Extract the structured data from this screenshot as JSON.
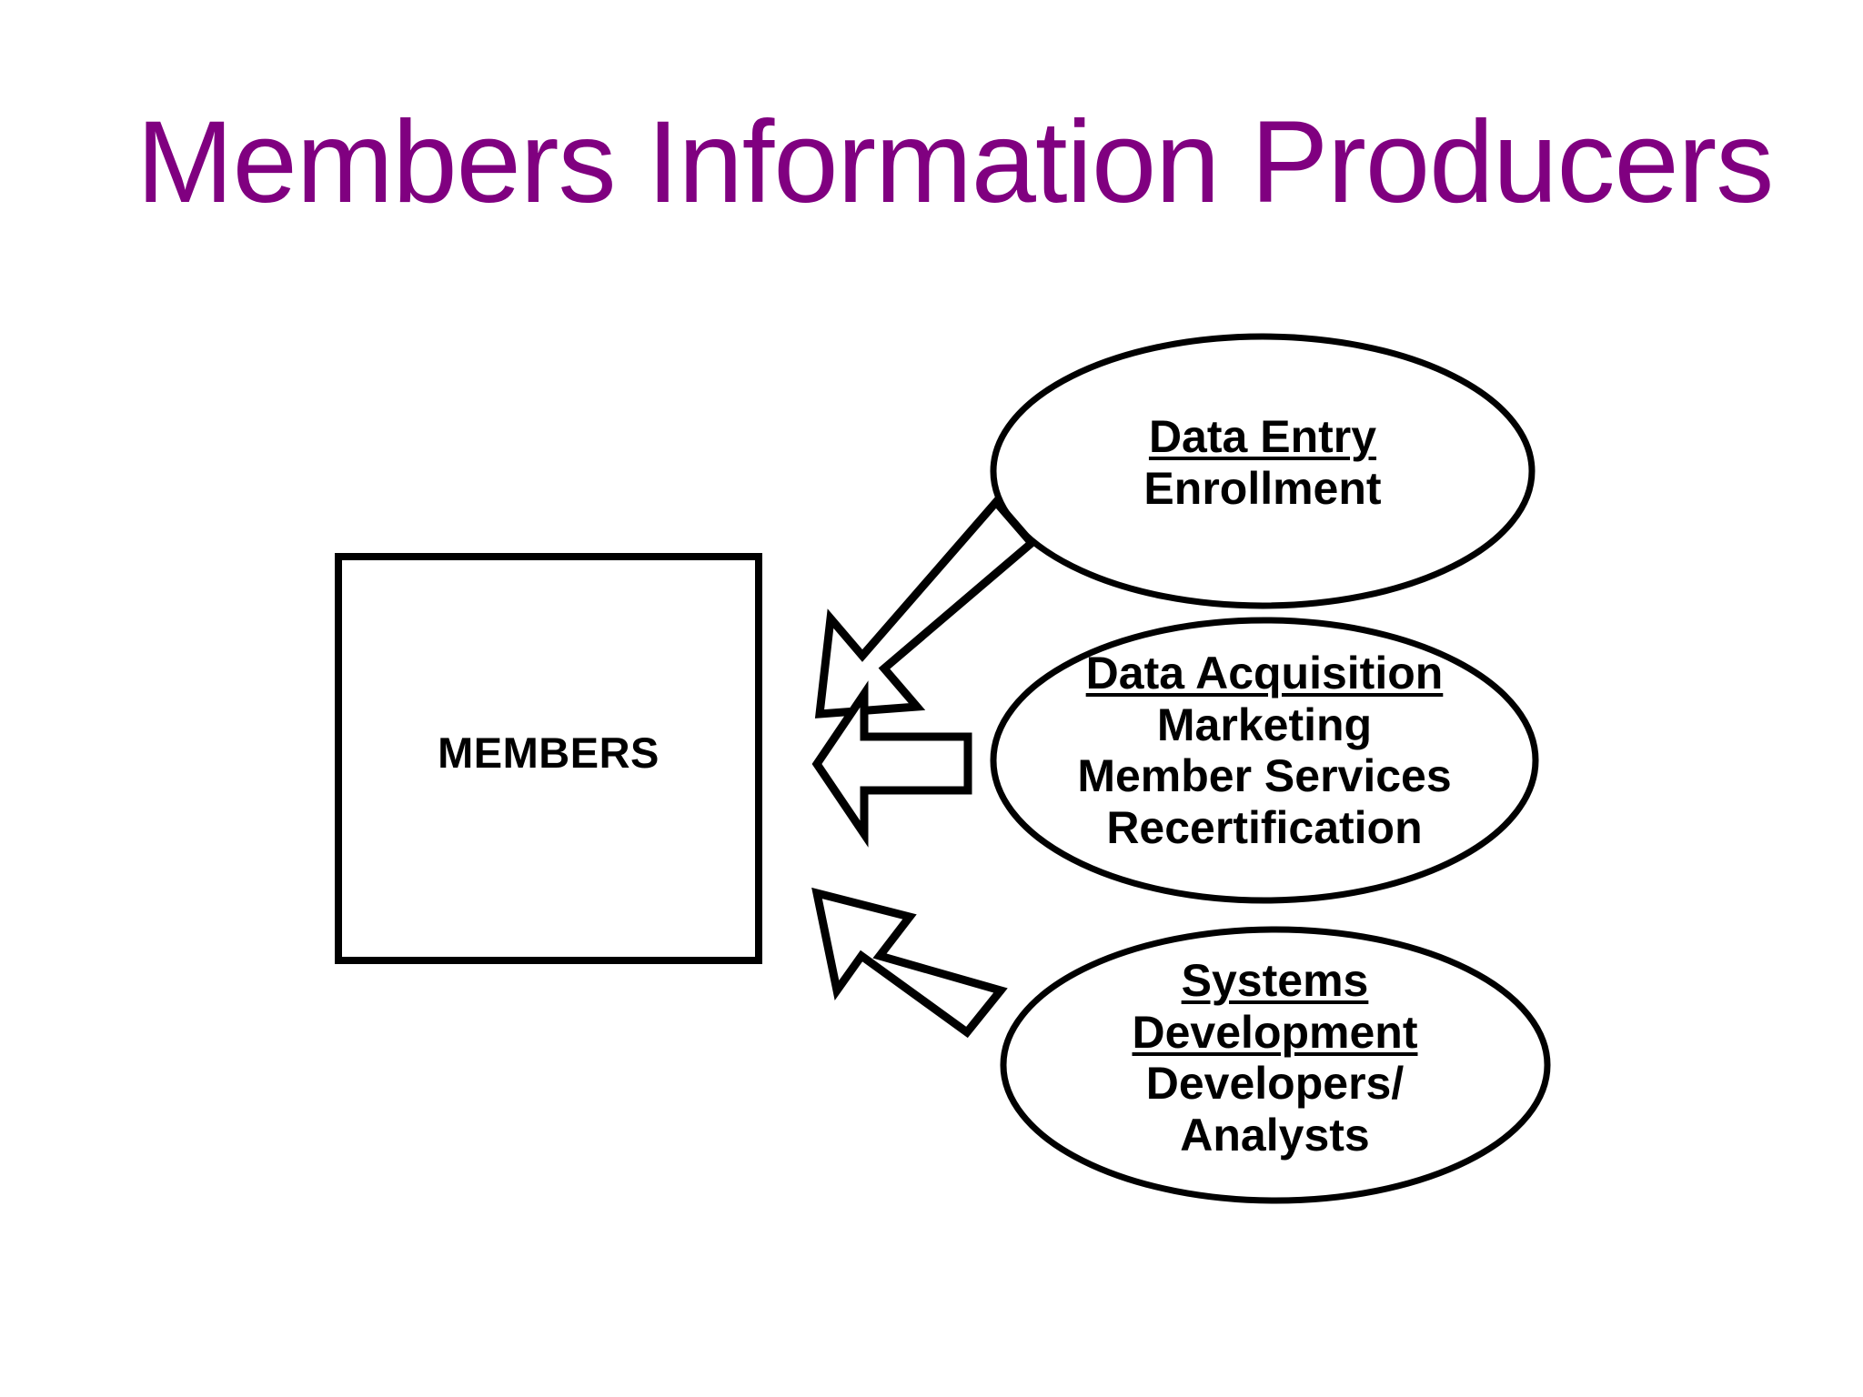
{
  "slide": {
    "title": "Members Information Producers",
    "title_color": "#800080",
    "background_color": "#ffffff",
    "shape_stroke_color": "#000000",
    "shape_fill_color": "#ffffff"
  },
  "diagram": {
    "type": "flow-diagram",
    "central_node": {
      "shape": "rectangle",
      "label": "MEMBERS"
    },
    "producers": [
      {
        "shape": "ellipse",
        "heading": "Data Entry",
        "heading_underlined": true,
        "items": [
          "Enrollment"
        ]
      },
      {
        "shape": "ellipse",
        "heading": "Data Acquisition",
        "heading_underlined": true,
        "items": [
          "Marketing",
          "Member Services",
          "Recertification"
        ]
      },
      {
        "shape": "ellipse",
        "heading_lines": [
          "Systems",
          "Development"
        ],
        "heading_underlined": true,
        "items": [
          "Developers/",
          "Analysts"
        ]
      }
    ],
    "arrows": [
      {
        "name": "arrow-data-entry-to-members",
        "direction": "down-left",
        "style": "hollow-block-arrow"
      },
      {
        "name": "arrow-data-acquisition-to-members",
        "direction": "left",
        "style": "hollow-block-arrow"
      },
      {
        "name": "arrow-systems-development-to-members",
        "direction": "up-left",
        "style": "hollow-block-arrow"
      }
    ]
  }
}
